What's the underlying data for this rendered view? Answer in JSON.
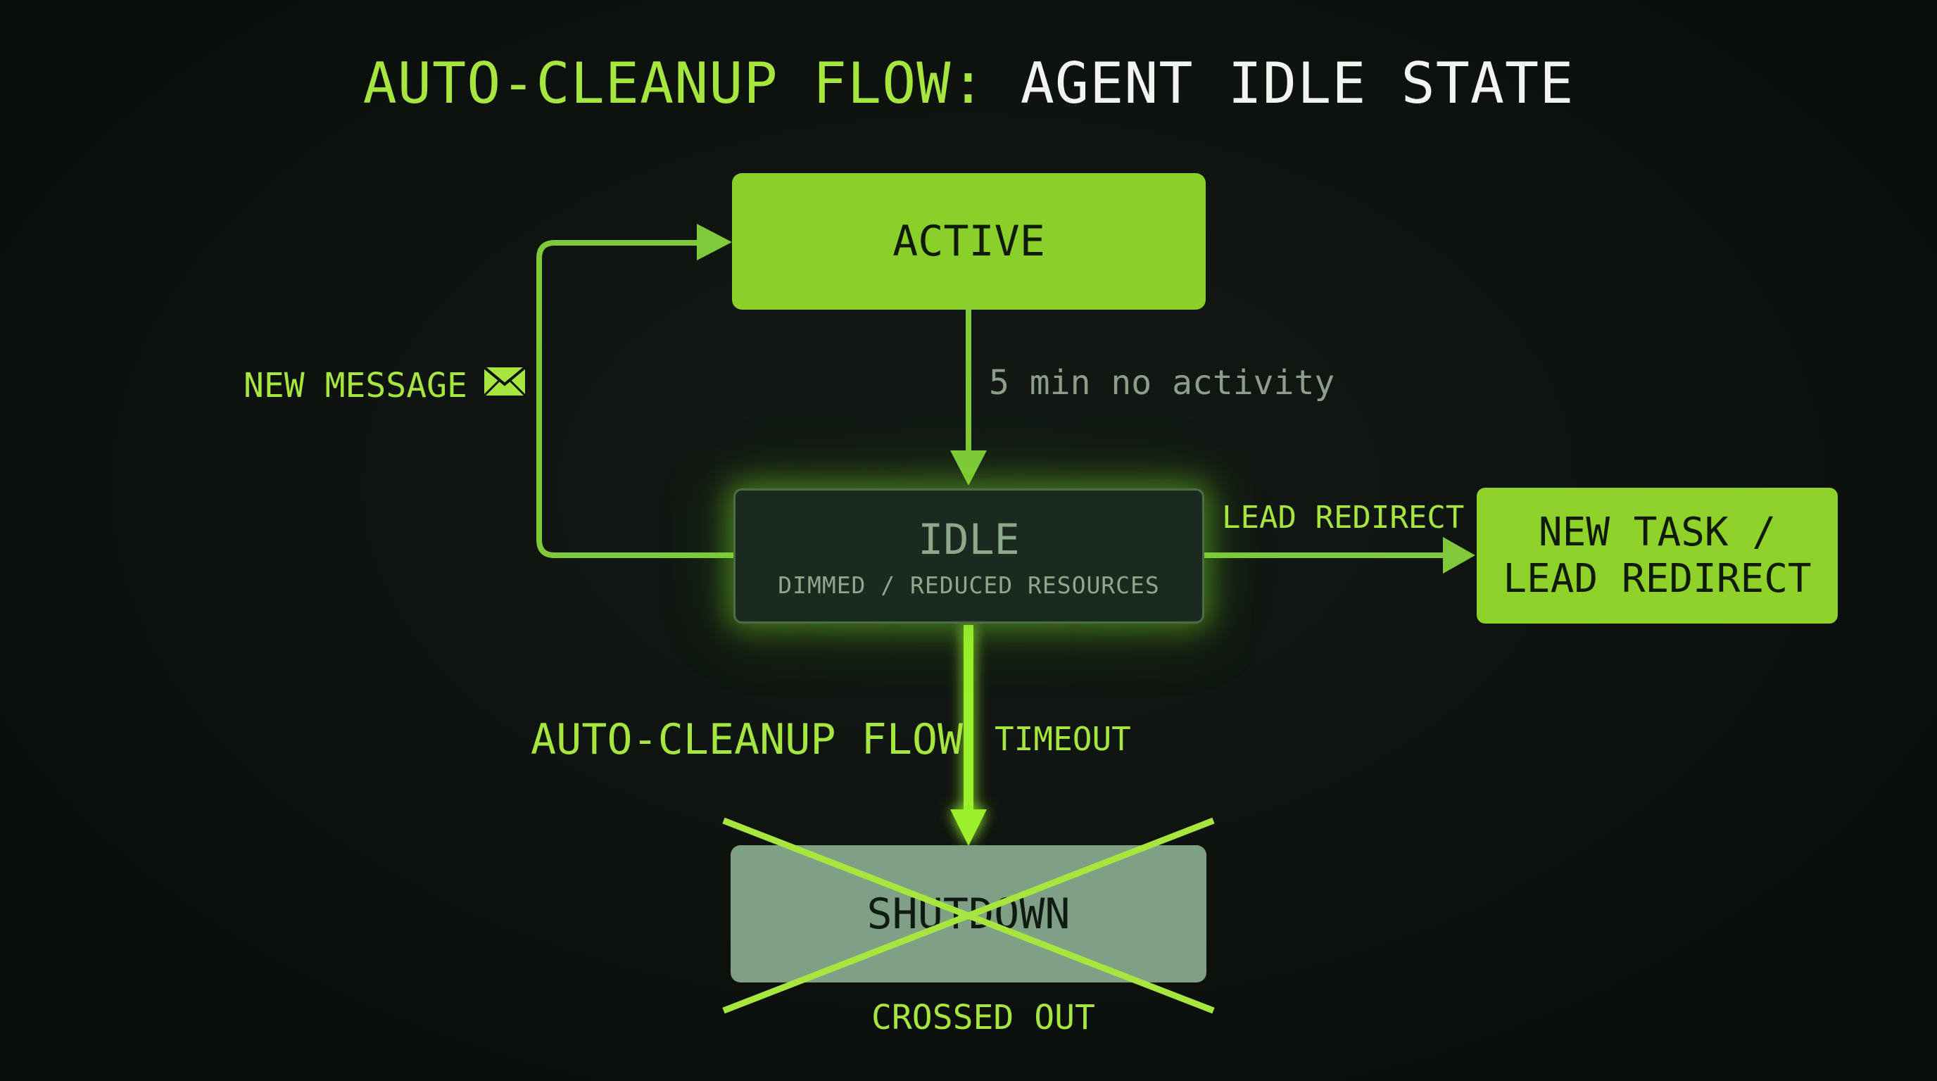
{
  "title": {
    "accent": "AUTO-CLEANUP FLOW:",
    "rest": "AGENT IDLE STATE"
  },
  "nodes": {
    "active": {
      "label": "ACTIVE"
    },
    "idle": {
      "label": "IDLE",
      "sublabel": "DIMMED / REDUCED RESOURCES"
    },
    "new_task": {
      "line1": "NEW TASK /",
      "line2": "LEAD REDIRECT"
    },
    "shutdown": {
      "label": "SHUTDOWN"
    }
  },
  "edges": {
    "active_to_idle": "5 min no activity",
    "idle_to_active": "NEW MESSAGE",
    "idle_to_new_task": "LEAD REDIRECT",
    "idle_to_shutdown": "TIMEOUT"
  },
  "annotations": {
    "flow_label": "AUTO-CLEANUP FLOW",
    "crossed_label": "CROSSED OUT"
  },
  "icons": {
    "message": "envelope-icon"
  },
  "colors": {
    "accent": "#a6e63f",
    "active_fill": "#8bcf2b",
    "idle_fill": "#1a2a1f",
    "shutdown_fill": "#80a086",
    "arrow": "#7fc93a",
    "background": "#0c110d"
  }
}
